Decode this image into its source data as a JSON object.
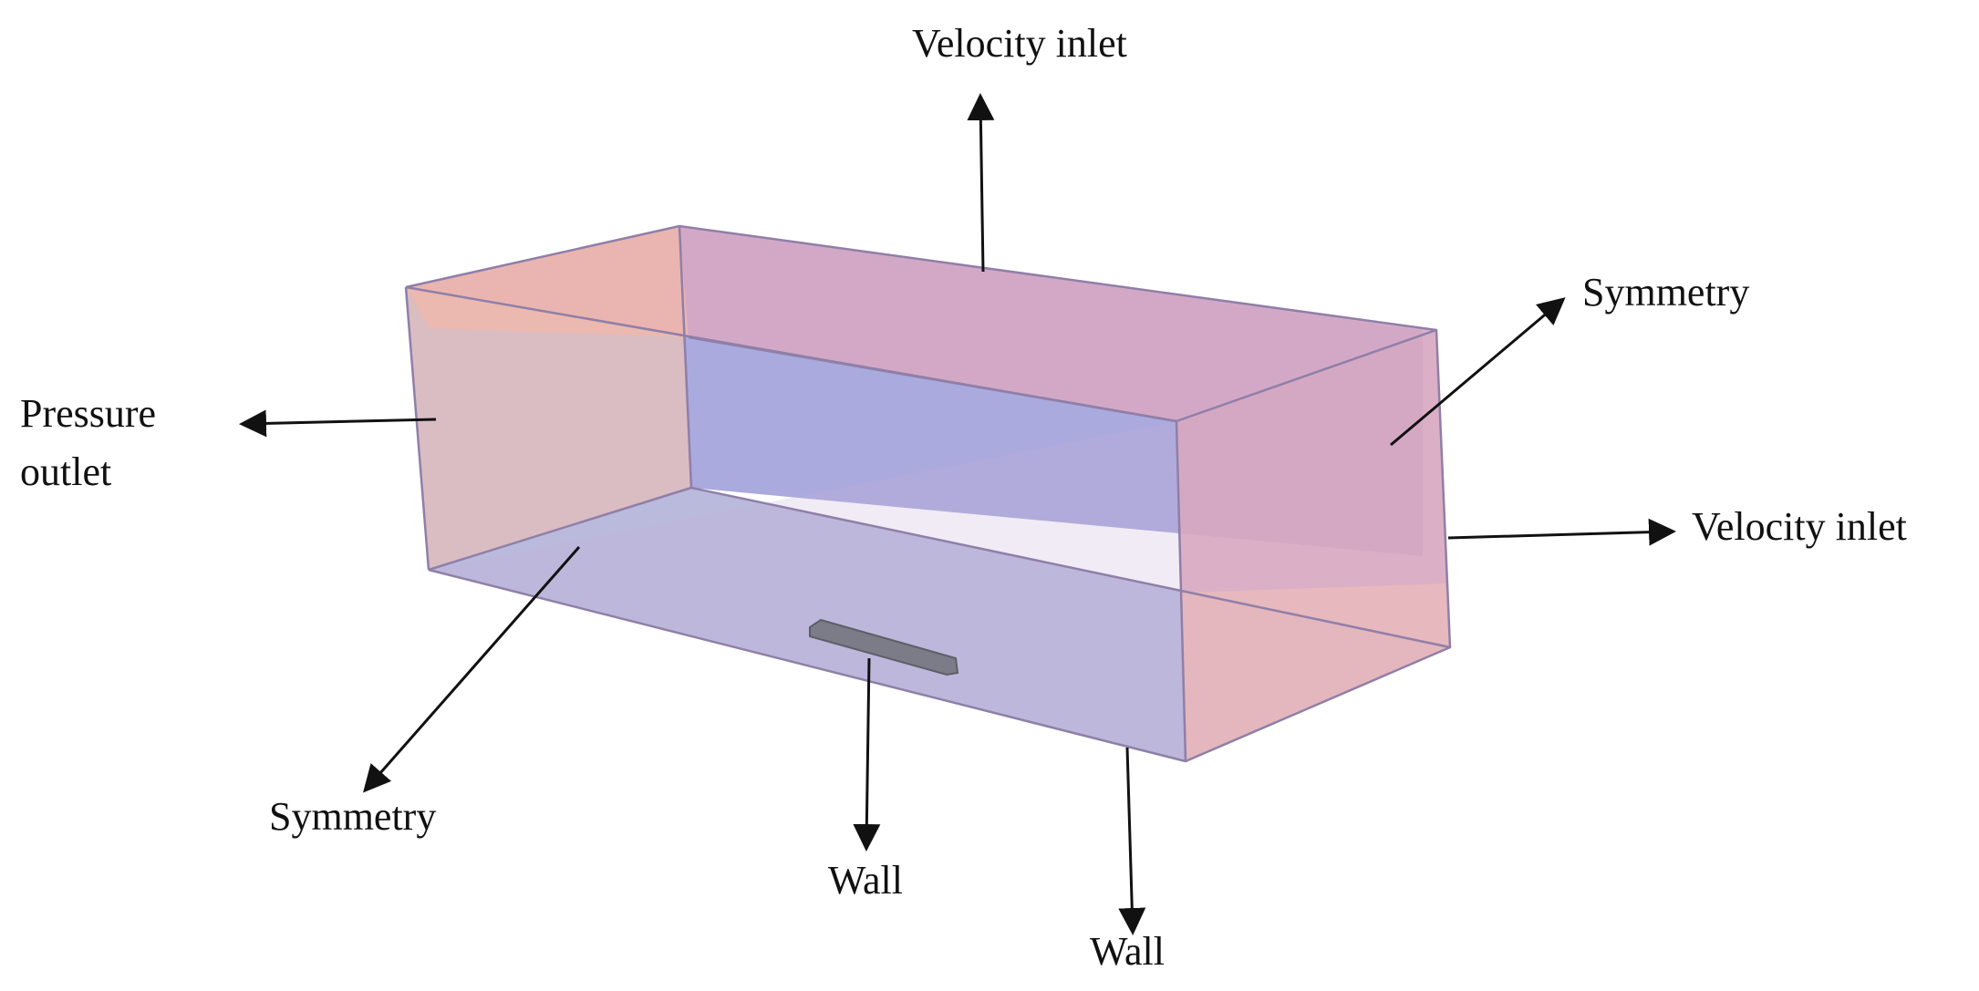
{
  "labels": {
    "velocity_inlet_top": "Velocity inlet",
    "velocity_inlet_right": "Velocity inlet",
    "symmetry_right": "Symmetry",
    "symmetry_bottom": "Symmetry",
    "pressure_outlet_line1": "Pressure",
    "pressure_outlet_line2": "outlet",
    "wall_plate": "Wall",
    "wall_bottom": "Wall"
  },
  "colors": {
    "back_face": "#a5a5dc",
    "bottom_face": "#b6b6da",
    "left_face": "#d8b8c0",
    "top_face": "#d7a8c4",
    "top_face_left": "#f0b8aa",
    "front_face": "#d4a6c8",
    "right_face": "#d8a8c0",
    "plate": "#7c7c88",
    "arrow": "#111111"
  }
}
